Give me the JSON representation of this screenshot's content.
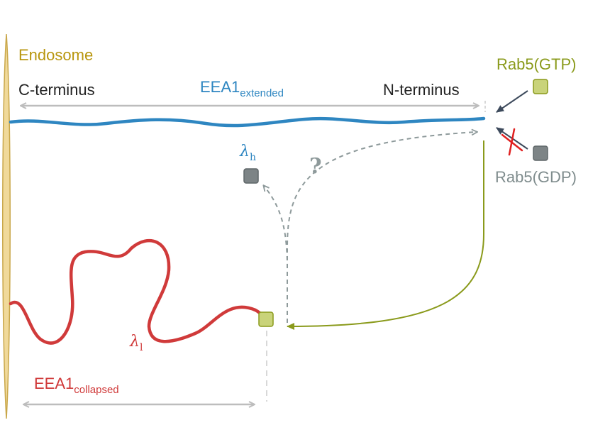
{
  "endosome": {
    "label": "Endosome",
    "color": "#b8960e",
    "fill": "#f0d99a"
  },
  "extended": {
    "label_main": "EEA1",
    "label_sub": "extended",
    "c_terminus": "C-terminus",
    "n_terminus": "N-terminus",
    "color": "#2e86c1"
  },
  "collapsed": {
    "label_main": "EEA1",
    "label_sub": "collapsed",
    "color": "#d03a3a"
  },
  "rab5_gtp": {
    "label": "Rab5(GTP)",
    "color": "#8a9a1b",
    "fill": "#c9d37a"
  },
  "rab5_gdp": {
    "label": "Rab5(GDP)",
    "color": "#7f8c8d",
    "fill": "#7d8486"
  },
  "lambda_h": {
    "symbol": "λ",
    "sub": "h",
    "color": "#2e86c1"
  },
  "lambda_l": {
    "symbol": "λ",
    "sub": "l",
    "color": "#d03a3a"
  },
  "question": "?",
  "blocked_mark_color": "#e02020",
  "arrow_gray": "#bdbdbd",
  "dashed_gray": "#8e9a9b"
}
